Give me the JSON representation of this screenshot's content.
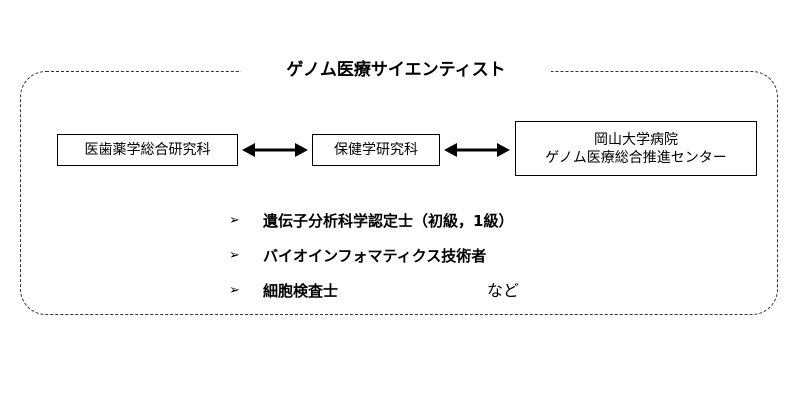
{
  "title": "ゲノム医療サイエンティスト",
  "boxes": {
    "left": "医歯薬学総合研究科",
    "middle": "保健学研究科",
    "right_line1": "岡山大学病院",
    "right_line2": "ゲノム医療総合推進センター"
  },
  "bullets": [
    {
      "marker": "➢",
      "text": "遺伝子分析科学認定士（初級，1級）"
    },
    {
      "marker": "➢",
      "text": "バイオインフォマティクス技術者"
    },
    {
      "marker": "➢",
      "text": "細胞検査士"
    }
  ],
  "etc": "など"
}
